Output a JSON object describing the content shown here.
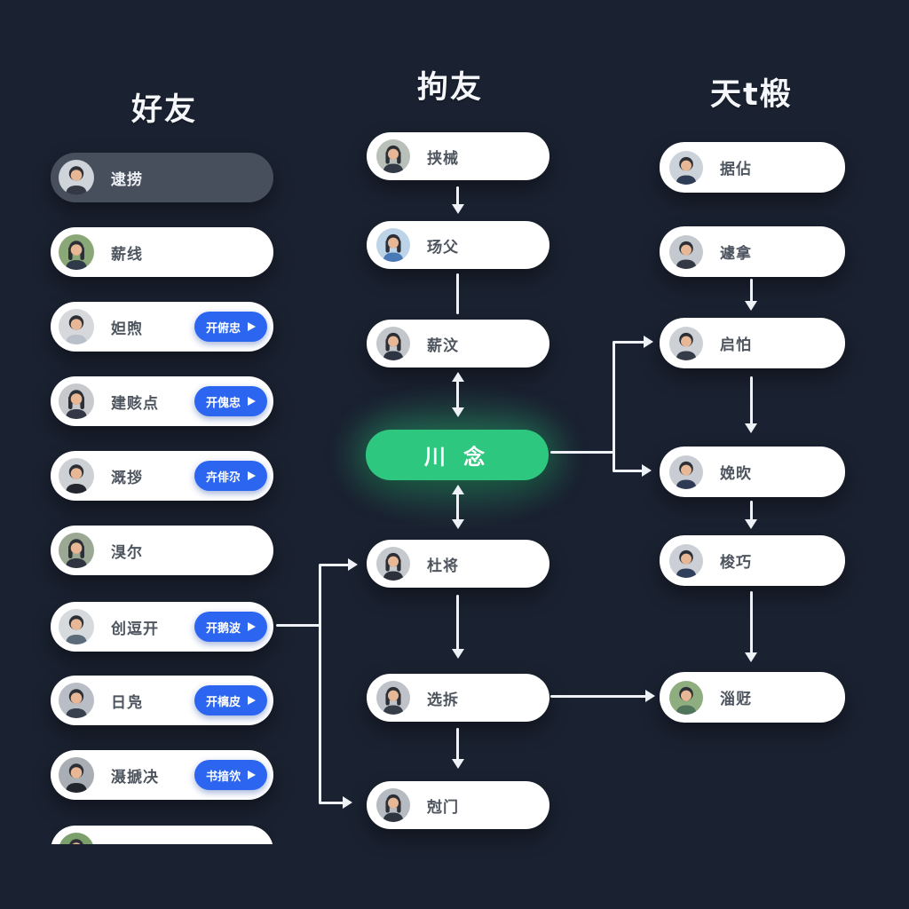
{
  "page": {
    "background": "#1a2130"
  },
  "colors": {
    "accent_green": "#2ec77f",
    "accent_blue": "#2b65f0",
    "pill_white": "#ffffff",
    "pill_dark_selected": "#474e5c",
    "connector": "#eef1f5"
  },
  "friends": {
    "title": "好友",
    "items": [
      {
        "name": "逮捞",
        "person": "male",
        "selected": true,
        "avatar_css": "--bg:#cfd3da;--shirt:#343a45"
      },
      {
        "name": "薪线",
        "person": "female",
        "avatar_css": "--bg:#8aa877;--shirt:#2e3a4a"
      },
      {
        "name": "妲煦",
        "person": "male",
        "button": "开俯忠",
        "avatar_css": "--bg:#d6d8db;--shirt:#b9c0ca"
      },
      {
        "name": "建赅点",
        "person": "female",
        "button": "开傀忠",
        "avatar_css": "--bg:#c7c9cd;--shirt:#323845"
      },
      {
        "name": "溉拶",
        "person": "male",
        "button": "卉俳尕",
        "avatar_css": "--bg:#cdd0d5;--shirt:#23262e"
      },
      {
        "name": "湨尔",
        "person": "female",
        "avatar_css": "--bg:#9aa894;--shirt:#2e3440"
      },
      {
        "name": "创逗开",
        "person": "male",
        "button": "开鹅波",
        "avatar_css": "--bg:#d7dadd;--shirt:#5b6b7a"
      },
      {
        "name": "日凫",
        "person": "male",
        "button": "开樆皮",
        "avatar_css": "--bg:#b9bec6;--shirt:#39404d"
      },
      {
        "name": "滠搋决",
        "person": "male",
        "button": "书揞欦",
        "avatar_css": "--bg:#a9adb4;--shirt:#22252b"
      },
      {
        "name": "",
        "person": "female",
        "clipped": true,
        "avatar_css": "--bg:#7ca06c;--shirt:#3a4a3a"
      }
    ]
  },
  "flow": {
    "title": "拘友",
    "nodes": [
      {
        "name": "挟械",
        "person": "female",
        "avatar_css": "--bg:#b9c0b9;--shirt:#323a46"
      },
      {
        "name": "玚父",
        "person": "female",
        "avatar_css": "--bg:#bcd3e8;--shirt:#4a7ab5"
      },
      {
        "name": "薪汶",
        "person": "female",
        "avatar_css": "--bg:#c3c6cb;--shirt:#2e3542"
      },
      {
        "name": "杜将",
        "person": "female",
        "avatar_css": "--bg:#c6c9ce;--shirt:#2b303b"
      },
      {
        "name": "选拆",
        "person": "female",
        "avatar_css": "--bg:#bfc2c8;--shirt:#363c48"
      },
      {
        "name": "尅门",
        "person": "female",
        "avatar_css": "--bg:#b6bac1;--shirt:#2f353f"
      }
    ],
    "highlight": {
      "label": "川 念",
      "color": "#2ec77f"
    }
  },
  "network": {
    "title": "天t椴",
    "nodes": [
      {
        "name": "据佔",
        "person": "male",
        "avatar_css": "--bg:#ccd2d9;--shirt:#2e3c55"
      },
      {
        "name": "遽拿",
        "person": "male",
        "avatar_css": "--bg:#c4c9cf;--shirt:#333945"
      },
      {
        "name": "启怕",
        "person": "male",
        "avatar_css": "--bg:#cdd1d6;--shirt:#353b47"
      },
      {
        "name": "娩欥",
        "person": "male",
        "avatar_css": "--bg:#c9cdd3;--shirt:#2f3b55"
      },
      {
        "name": "梭巧",
        "person": "male",
        "avatar_css": "--bg:#ccd0d6;--shirt:#30405c"
      },
      {
        "name": "淄觃",
        "person": "male",
        "avatar_css": "--bg:#8fae80;--shirt:#51755a"
      }
    ]
  }
}
